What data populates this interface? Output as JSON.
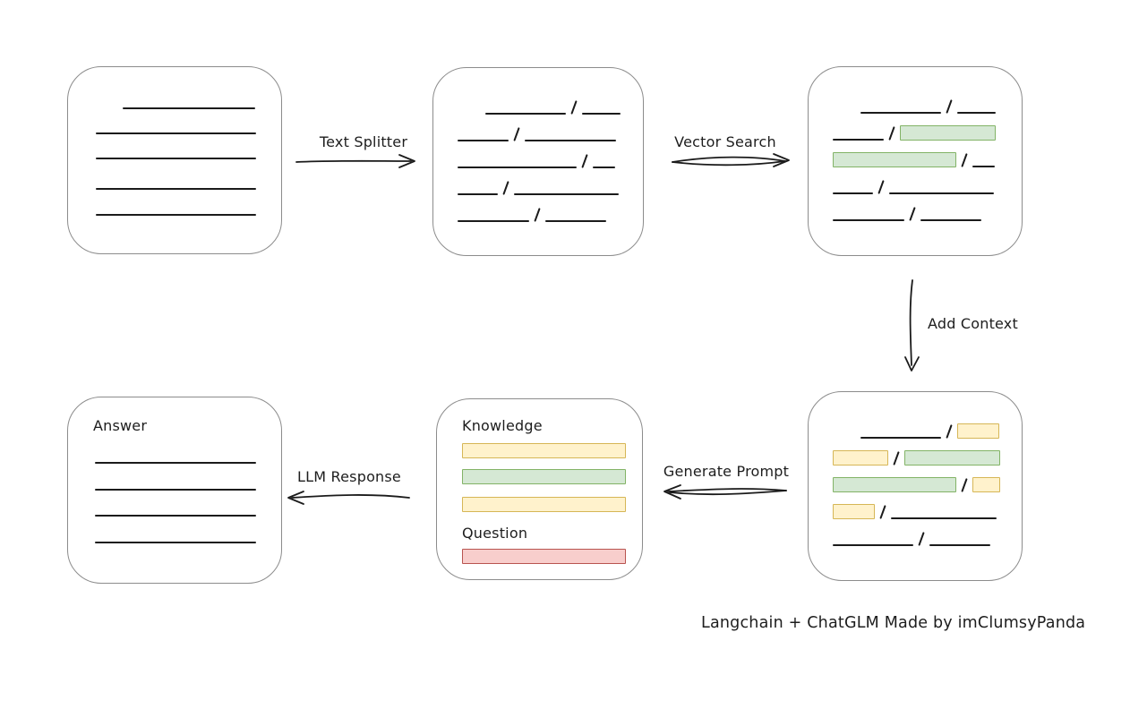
{
  "caption": "Langchain + ChatGLM Made by imClumsyPanda",
  "labels": {
    "text_splitter": "Text Splitter",
    "vector_search": "Vector Search",
    "add_context": "Add Context",
    "generate_prompt": "Generate Prompt",
    "llm_response": "LLM Response",
    "knowledge": "Knowledge",
    "question": "Question",
    "answer": "Answer"
  },
  "colors": {
    "line": "#1b1b1b",
    "box_border": "#8c8c8c",
    "green": {
      "fill": "#d5e8d4",
      "border": "#82b366"
    },
    "yellow": {
      "fill": "#fff2cc",
      "border": "#d6b656"
    },
    "red": {
      "fill": "#f8cecc",
      "border": "#b85450"
    }
  },
  "nodes": {
    "document": {
      "lines": [
        {
          "indent": 61,
          "w": 148,
          "gap": 45
        },
        {
          "indent": 31,
          "w": 179,
          "gap": 26
        },
        {
          "indent": 31,
          "w": 179,
          "gap": 26
        },
        {
          "indent": 31,
          "w": 179,
          "gap": 32
        },
        {
          "indent": 31,
          "w": 179,
          "gap": 27
        }
      ]
    },
    "split_rows": [
      {
        "indent": 58,
        "segs": [
          {
            "k": "line",
            "w": 90
          },
          {
            "k": "line",
            "w": 43
          }
        ]
      },
      {
        "indent": 27,
        "segs": [
          {
            "k": "line",
            "w": 57
          },
          {
            "k": "line",
            "w": 102
          }
        ]
      },
      {
        "indent": 27,
        "segs": [
          {
            "k": "line",
            "w": 133
          },
          {
            "k": "line",
            "w": 25
          }
        ]
      },
      {
        "indent": 27,
        "segs": [
          {
            "k": "line",
            "w": 45
          },
          {
            "k": "line",
            "w": 117
          }
        ]
      },
      {
        "indent": 27,
        "segs": [
          {
            "k": "line",
            "w": 80
          },
          {
            "k": "line",
            "w": 68
          }
        ]
      }
    ],
    "matched_rows": [
      {
        "indent": 58,
        "segs": [
          {
            "k": "line",
            "w": 90
          },
          {
            "k": "line",
            "w": 43
          }
        ]
      },
      {
        "indent": 27,
        "segs": [
          {
            "k": "line",
            "w": 57
          },
          {
            "k": "green",
            "w": 107
          }
        ]
      },
      {
        "indent": 27,
        "segs": [
          {
            "k": "green",
            "w": 138
          },
          {
            "k": "line",
            "w": 25
          }
        ]
      },
      {
        "indent": 27,
        "segs": [
          {
            "k": "line",
            "w": 45
          },
          {
            "k": "line",
            "w": 117
          }
        ]
      },
      {
        "indent": 27,
        "segs": [
          {
            "k": "line",
            "w": 80
          },
          {
            "k": "line",
            "w": 68
          }
        ]
      }
    ],
    "context_rows": [
      {
        "indent": 58,
        "segs": [
          {
            "k": "line",
            "w": 90
          },
          {
            "k": "yellow",
            "w": 47
          }
        ]
      },
      {
        "indent": 27,
        "segs": [
          {
            "k": "yellow",
            "w": 62
          },
          {
            "k": "green",
            "w": 107
          }
        ]
      },
      {
        "indent": 27,
        "segs": [
          {
            "k": "green",
            "w": 138
          },
          {
            "k": "yellow",
            "w": 31
          }
        ]
      },
      {
        "indent": 27,
        "segs": [
          {
            "k": "yellow",
            "w": 47
          },
          {
            "k": "line",
            "w": 118
          }
        ]
      },
      {
        "indent": 27,
        "segs": [
          {
            "k": "line",
            "w": 90
          },
          {
            "k": "line",
            "w": 68
          }
        ]
      }
    ],
    "prompt": {
      "knowledge_bars": [
        {
          "kind": "yellow",
          "mt": 10
        },
        {
          "kind": "green",
          "mt": 12
        },
        {
          "kind": "yellow",
          "mt": 14
        }
      ],
      "question_bars": [
        {
          "kind": "red",
          "mt": 8
        }
      ]
    },
    "answer": {
      "lines": [
        {
          "indent": 2,
          "w": 180,
          "gap": 31
        },
        {
          "indent": 2,
          "w": 180,
          "gap": 28
        },
        {
          "indent": 2,
          "w": 180,
          "gap": 27
        },
        {
          "indent": 2,
          "w": 180,
          "gap": 28
        }
      ]
    }
  }
}
